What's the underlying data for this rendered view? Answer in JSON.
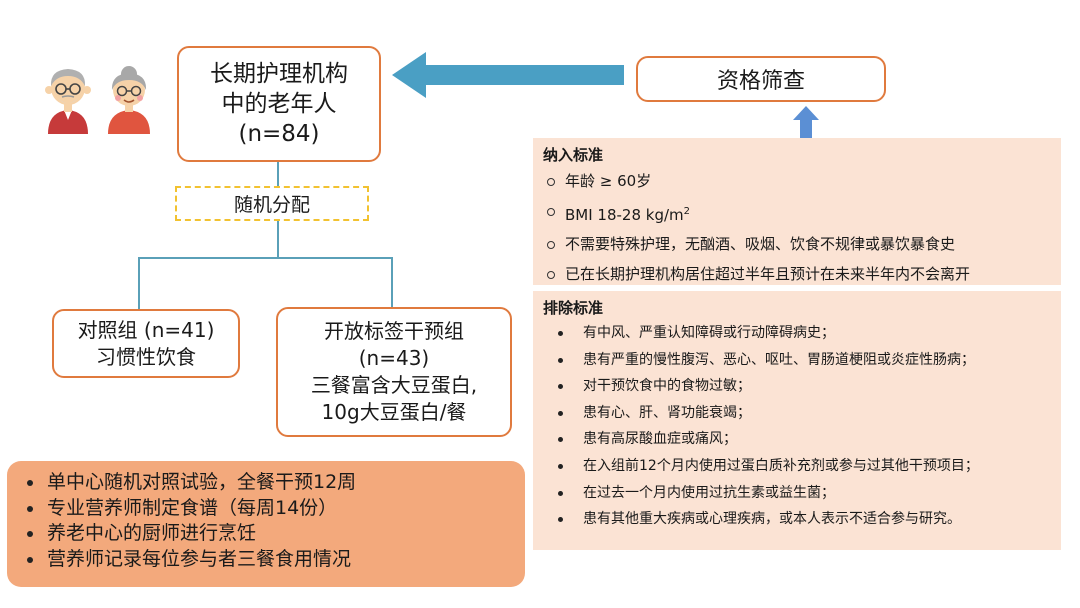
{
  "population_box": {
    "line1": "长期护理机构",
    "line2": "中的老年人",
    "line3": "(n=84)"
  },
  "randomization_label": "随机分配",
  "screening_box": {
    "label": "资格筛查"
  },
  "control_box": {
    "line1": "对照组 (n=41)",
    "line2": "习惯性饮食"
  },
  "intervention_box": {
    "line1": "开放标签干预组",
    "line2": "(n=43)",
    "line3": "三餐富含大豆蛋白,",
    "line4": "10g大豆蛋白/餐"
  },
  "inclusion": {
    "title": "纳入标准",
    "items": [
      "年龄 ≥ 60岁",
      "BMI 18-28 kg/m",
      "不需要特殊护理，无酗酒、吸烟、饮食不规律或暴饮暴食史",
      "已在长期护理机构居住超过半年且预计在未来半年内不会离开"
    ],
    "superscript": "2"
  },
  "exclusion": {
    "title": "排除标准",
    "items": [
      "有中风、严重认知障碍或行动障碍病史；",
      "患有严重的慢性腹泻、恶心、呕吐、胃肠道梗阻或炎症性肠病；",
      "对干预饮食中的食物过敏；",
      "患有心、肝、肾功能衰竭；",
      "患有高尿酸血症或痛风；",
      "在入组前12个月内使用过蛋白质补充剂或参与过其他干预项目；",
      "在过去一个月内使用过抗生素或益生菌；",
      "患有其他重大疾病或心理疾病，或本人表示不适合参与研究。"
    ]
  },
  "summary": {
    "items": [
      "单中心随机对照试验，全餐干预12周",
      "专业营养师制定食谱（每周14份）",
      "养老中心的厨师进行烹饪",
      "营养师记录每位参与者三餐食用情况"
    ]
  },
  "colors": {
    "box_border": "#e07a3e",
    "connector": "#5aa0b8",
    "big_arrow": "#4a9fc4",
    "up_arrow": "#5b8fd4",
    "random_border": "#f2c230",
    "criteria_panel": "#fbe3d4",
    "summary_panel": "#f3a97c"
  },
  "icons": [
    "grandfather-icon",
    "grandmother-icon",
    "left-arrow-icon",
    "up-arrow-icon"
  ]
}
